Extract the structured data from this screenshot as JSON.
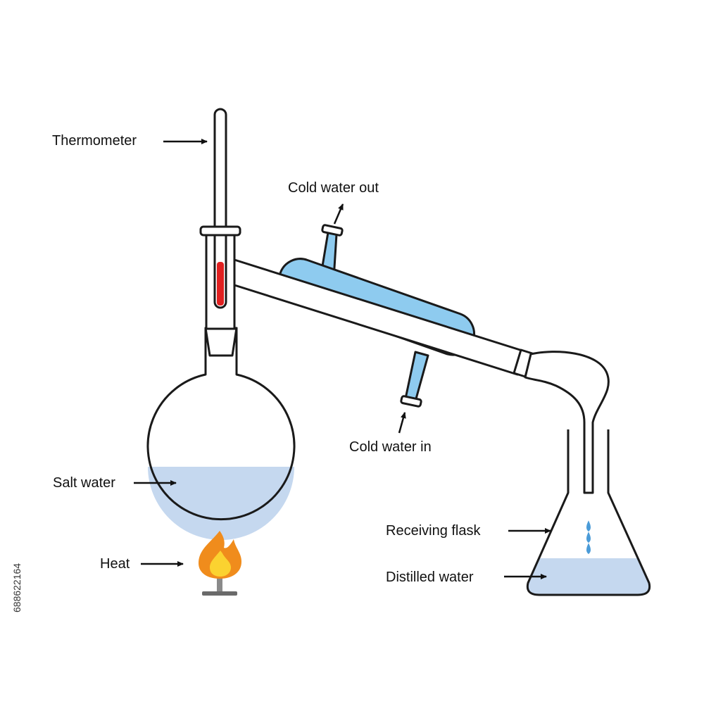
{
  "labels": {
    "thermometer": "Thermometer",
    "cold_water_out": "Cold water out",
    "cold_water_in": "Cold water in",
    "salt_water": "Salt water",
    "heat": "Heat",
    "receiving_flask": "Receiving flask",
    "distilled_water": "Distilled water"
  },
  "stock_id": "688622164",
  "colors": {
    "outline": "#1a1a1a",
    "water": "#c5d8ef",
    "coolant": "#8ecbef",
    "thermometer_liquid": "#e02020",
    "flame_outer": "#f08c1c",
    "flame_inner": "#fbd230",
    "burner": "#7a7a7a"
  },
  "icons": {
    "flame": "flame-icon",
    "arrow": "arrow-icon"
  }
}
